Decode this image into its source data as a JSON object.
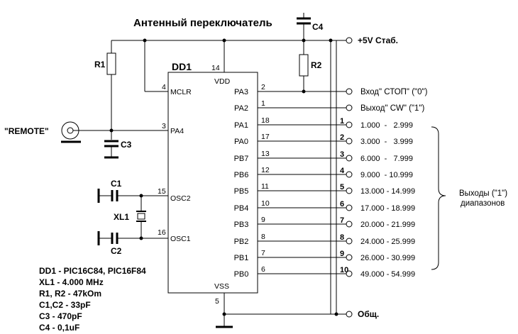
{
  "title": "Антенный переключатель",
  "chip": {
    "name": "DD1",
    "vdd": "VDD",
    "vss": "VSS",
    "left_pins": [
      {
        "num": "4",
        "name": "MCLR"
      },
      {
        "num": "3",
        "name": "PA4"
      },
      {
        "num": "15",
        "name": "OSC2"
      },
      {
        "num": "16",
        "name": "OSC1"
      }
    ],
    "vdd_pin": "14",
    "vss_pin": "5",
    "right_pins": [
      {
        "port": "PA3",
        "num": "2",
        "label": "Вход\" СТОП\" (\"0\")"
      },
      {
        "port": "PA2",
        "num": "1",
        "label": "Выход\" CW\"  (\"1\")"
      },
      {
        "port": "PA1",
        "num": "18",
        "out": "1",
        "range": "1.000  -   2.999"
      },
      {
        "port": "PA0",
        "num": "17",
        "out": "2",
        "range": "3.000  -   3.999"
      },
      {
        "port": "PB7",
        "num": "13",
        "out": "3",
        "range": "6.000  -   7.999"
      },
      {
        "port": "PB6",
        "num": "12",
        "out": "4",
        "range": "9.000  - 10.999"
      },
      {
        "port": "PB5",
        "num": "11",
        "out": "5",
        "range": "13.000 - 14.999"
      },
      {
        "port": "PB4",
        "num": "10",
        "out": "6",
        "range": "17.000 - 18.999"
      },
      {
        "port": "PB3",
        "num": "9",
        "out": "7",
        "range": "20.000 - 21.999"
      },
      {
        "port": "PB2",
        "num": "8",
        "out": "8",
        "range": "24.000 - 25.999"
      },
      {
        "port": "PB1",
        "num": "7",
        "out": "9",
        "range": "26.000 - 30.999"
      },
      {
        "port": "PB0",
        "num": "6",
        "out": "10",
        "range": "49.000 - 54.999"
      }
    ]
  },
  "labels": {
    "power": "+5V Стаб.",
    "ground": "Общ.",
    "remote": "\"REMOTE\"",
    "outputs_line1": "Выходы  (\"1\")",
    "outputs_line2": "диапазонов"
  },
  "components": {
    "r1": "R1",
    "r2": "R2",
    "c1": "C1",
    "c2": "C2",
    "c3": "C3",
    "c4": "C4",
    "xl1": "XL1"
  },
  "bom": [
    "DD1 - PIC16C84, PIC16F84",
    "XL1 - 4.000 MHz",
    "R1, R2 - 47kOm",
    "C1,C2 - 33pF",
    "C3 - 470pF",
    "C4 - 0,1uF"
  ]
}
